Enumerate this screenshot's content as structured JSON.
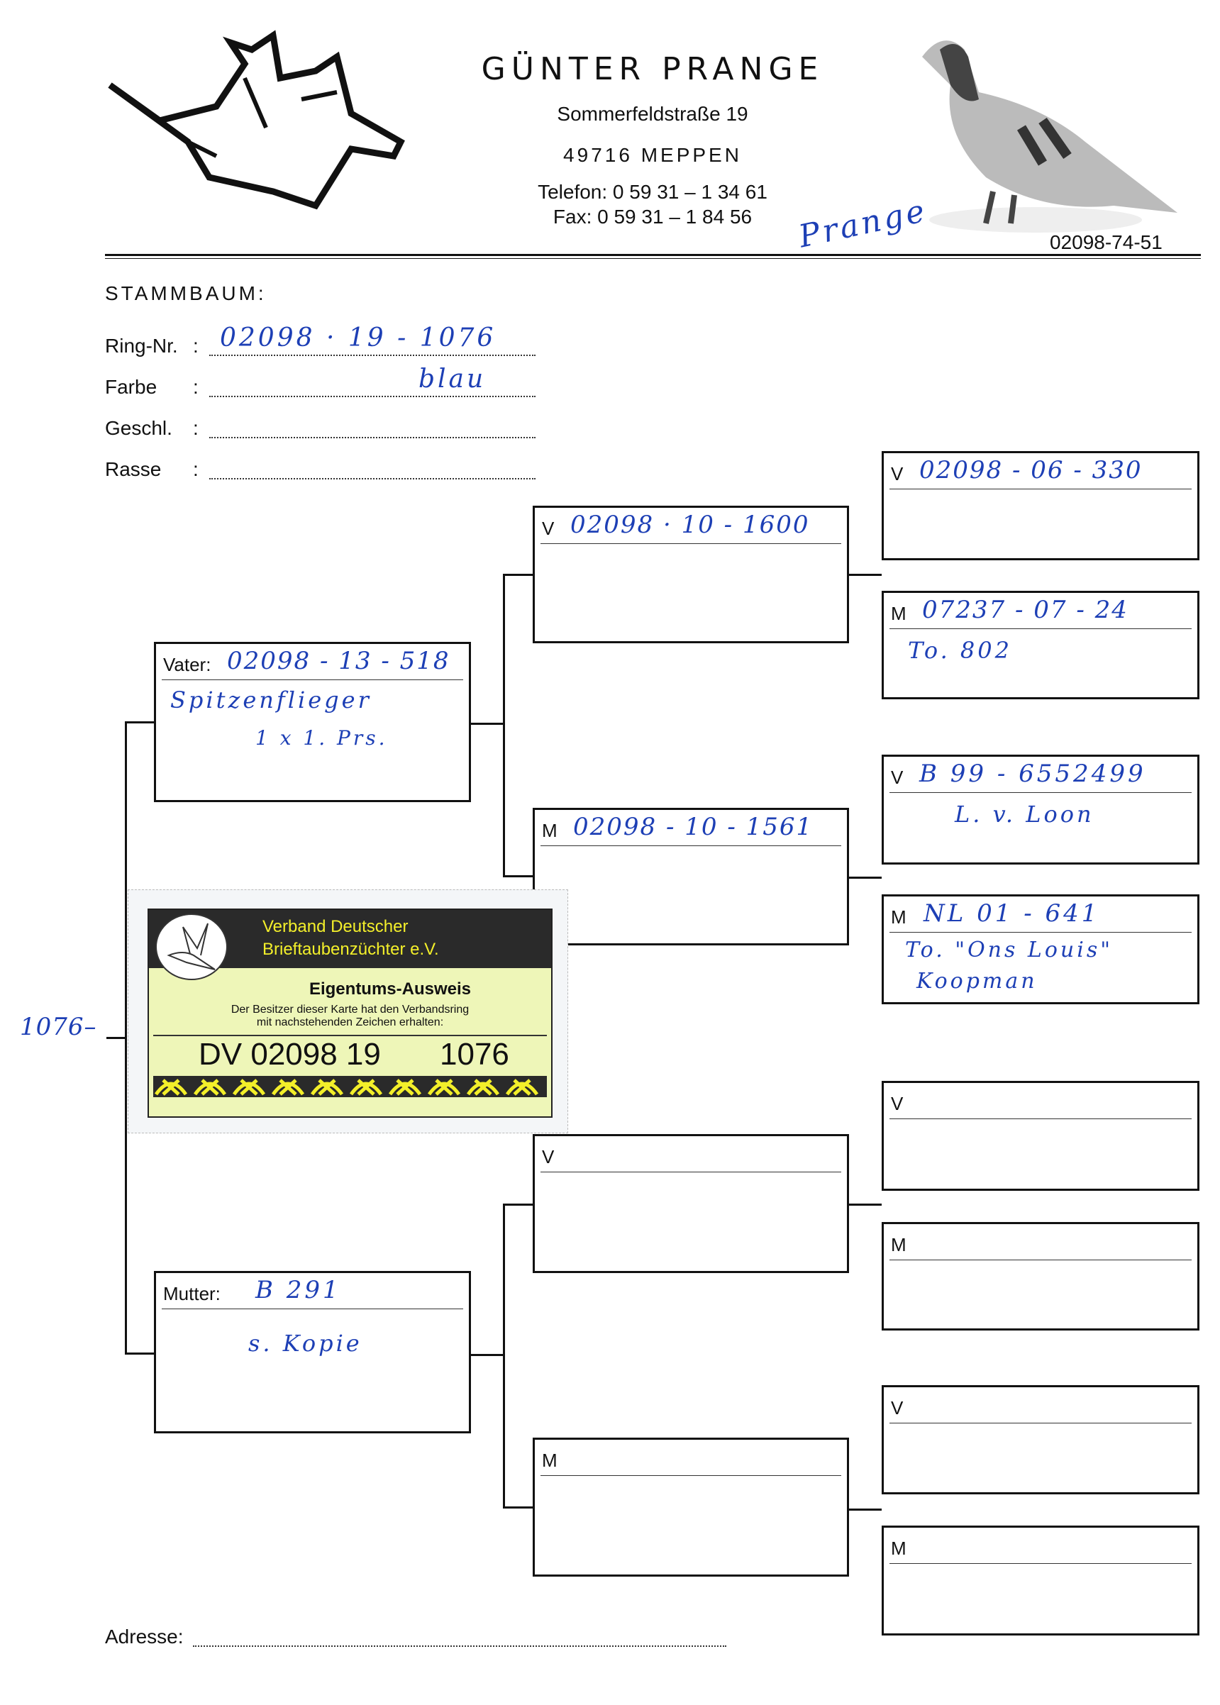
{
  "header": {
    "name": "GÜNTER PRANGE",
    "street": "Sommerfeldstraße 19",
    "city": "49716 MEPPEN",
    "phone": "Telefon: 0 59 31 – 1 34 61",
    "fax": "Fax: 0 59 31 – 1 84 56",
    "ring_ref": "02098-74-51",
    "signature": "Prange"
  },
  "form": {
    "heading": "STAMMBAUM:",
    "fields": [
      {
        "label": "Ring-Nr.",
        "value": "02098 · 19 - 1076"
      },
      {
        "label": "Farbe",
        "value": "blau"
      },
      {
        "label": "Geschl.",
        "value": ""
      },
      {
        "label": "Rasse",
        "value": ""
      }
    ],
    "colon": ":",
    "address_label": "Adresse:"
  },
  "side_note": "1076–",
  "parents": {
    "father": {
      "label": "Vater:",
      "ring": "02098 - 13 - 518",
      "notes": [
        "Spitzenflieger",
        "1 x 1. Prs."
      ]
    },
    "mother": {
      "label": "Mutter:",
      "ring": "B 291",
      "notes": [
        "s. Kopie"
      ]
    }
  },
  "grandparents": [
    {
      "label": "V",
      "ring": "02098 · 10 - 1600"
    },
    {
      "label": "M",
      "ring": "02098 - 10 - 1561"
    },
    {
      "label": "V",
      "ring": ""
    },
    {
      "label": "M",
      "ring": ""
    }
  ],
  "great_grandparents": [
    {
      "label": "V",
      "ring": "02098 - 06 - 330",
      "notes": []
    },
    {
      "label": "M",
      "ring": "07237 - 07 - 24",
      "notes": [
        "To. 802"
      ]
    },
    {
      "label": "V",
      "ring": "B 99 - 6552499",
      "notes": [
        "L. v. Loon"
      ]
    },
    {
      "label": "M",
      "ring": "NL 01 - 641",
      "notes": [
        "To. \"Ons Louis\"",
        "Koopman"
      ]
    },
    {
      "label": "V",
      "ring": "",
      "notes": []
    },
    {
      "label": "M",
      "ring": "",
      "notes": []
    },
    {
      "label": "V",
      "ring": "",
      "notes": []
    },
    {
      "label": "M",
      "ring": "",
      "notes": []
    }
  ],
  "card": {
    "org_line1": "Verband Deutscher",
    "org_line2": "Brieftaubenzüchter e.V.",
    "title": "Eigentums-Ausweis",
    "text1": "Der Besitzer dieser Karte hat den Verbandsring",
    "text2": "mit nachstehenden Zeichen erhalten:",
    "ring": "DV 02098 19",
    "number": "1076"
  },
  "colors": {
    "ink": "#1d3fb5",
    "card_yellow": "#eef6b8",
    "card_dark": "#2a2a2a",
    "card_text": "#f3ef2a"
  }
}
